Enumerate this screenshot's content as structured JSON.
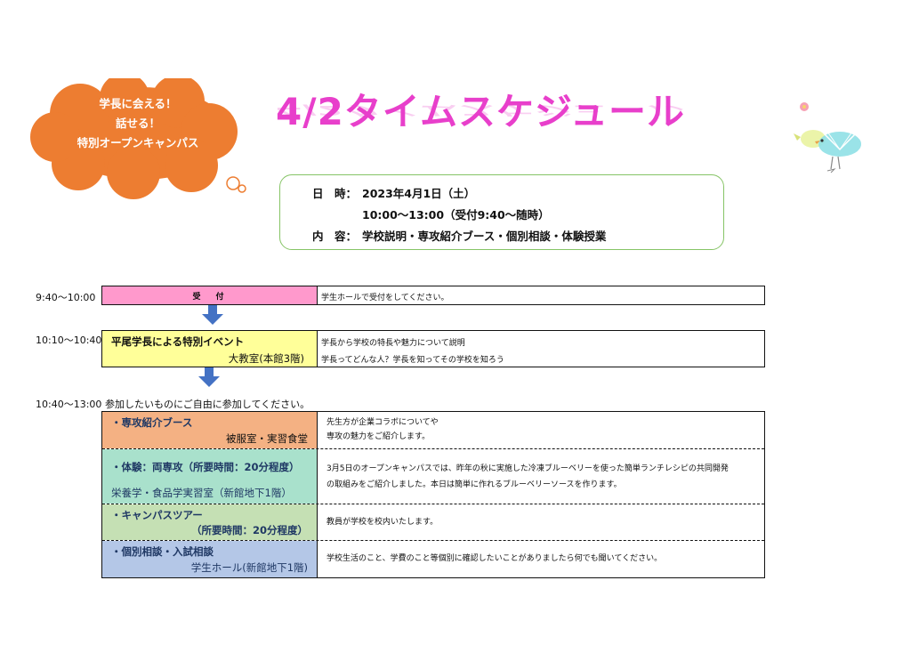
{
  "cloud": {
    "line1": "学長に会える！",
    "line2": "話せる！",
    "line3": "特別オープンキャンパス",
    "color": "#ed7d31"
  },
  "title": "4/2タイムスケジュール",
  "info": {
    "date_label": "日　時：",
    "date_value": "2023年4月1日（土）",
    "time_value": "10:00～13:00（受付9:40～随時）",
    "content_label": "内　容：",
    "content_value": "学校説明・専攻紹介ブース・個別相談・体験授業"
  },
  "schedule": {
    "slot1": {
      "time": "9:40～10:00",
      "label": "受　付",
      "desc": "学生ホールで受付をしてください。",
      "color": "#ff99cc"
    },
    "slot2": {
      "time": "10:10～10:40",
      "label": "平尾学長による特別イベント",
      "place": "大教室(本館3階)",
      "desc1": "学長から学校の特長や魅力について説明",
      "desc2": "学長ってどんな人？学長を知ってその学校を知ろう",
      "color": "#ffff99"
    },
    "slot3": {
      "time": "10:40～13:00",
      "intro": "参加したいものにご自由に参加してください。",
      "items": [
        {
          "label": "・専攻紹介ブース",
          "place": "被服室・実習食堂",
          "desc1": "先生方が企業コラボについてや",
          "desc2": "専攻の魅力をご紹介します。",
          "color": "#f4b183"
        },
        {
          "label": "・体験：両専攻（所要時間：20分程度）",
          "place": "栄養学・食品学実習室（新館地下1階）",
          "desc1": "3月5日のオープンキャンパスでは、昨年の秋に実施した冷凍ブルーベリーを使った簡単ランチレシピの共同開発",
          "desc2": "の取組みをご紹介しました。本日は簡単に作れるブルーベリーソースを作ります。",
          "color": "#a9e1cc"
        },
        {
          "label": "・キャンパスツアー",
          "place": "（所要時間：20分程度）",
          "desc1": "教員が学校を校内いたします。",
          "color": "#c5e0b4"
        },
        {
          "label": "・個別相談・入試相談",
          "place": "学生ホール(新館地下1階)",
          "desc1": "学校生活のこと、学費のこと等個別に確認したいことがありましたら何でも聞いてください。",
          "color": "#b4c7e7"
        }
      ]
    }
  },
  "colors": {
    "title": "#e83fcb",
    "info_border": "#86c466",
    "arrow": "#4472c4",
    "navy_text": "#1f3864"
  }
}
